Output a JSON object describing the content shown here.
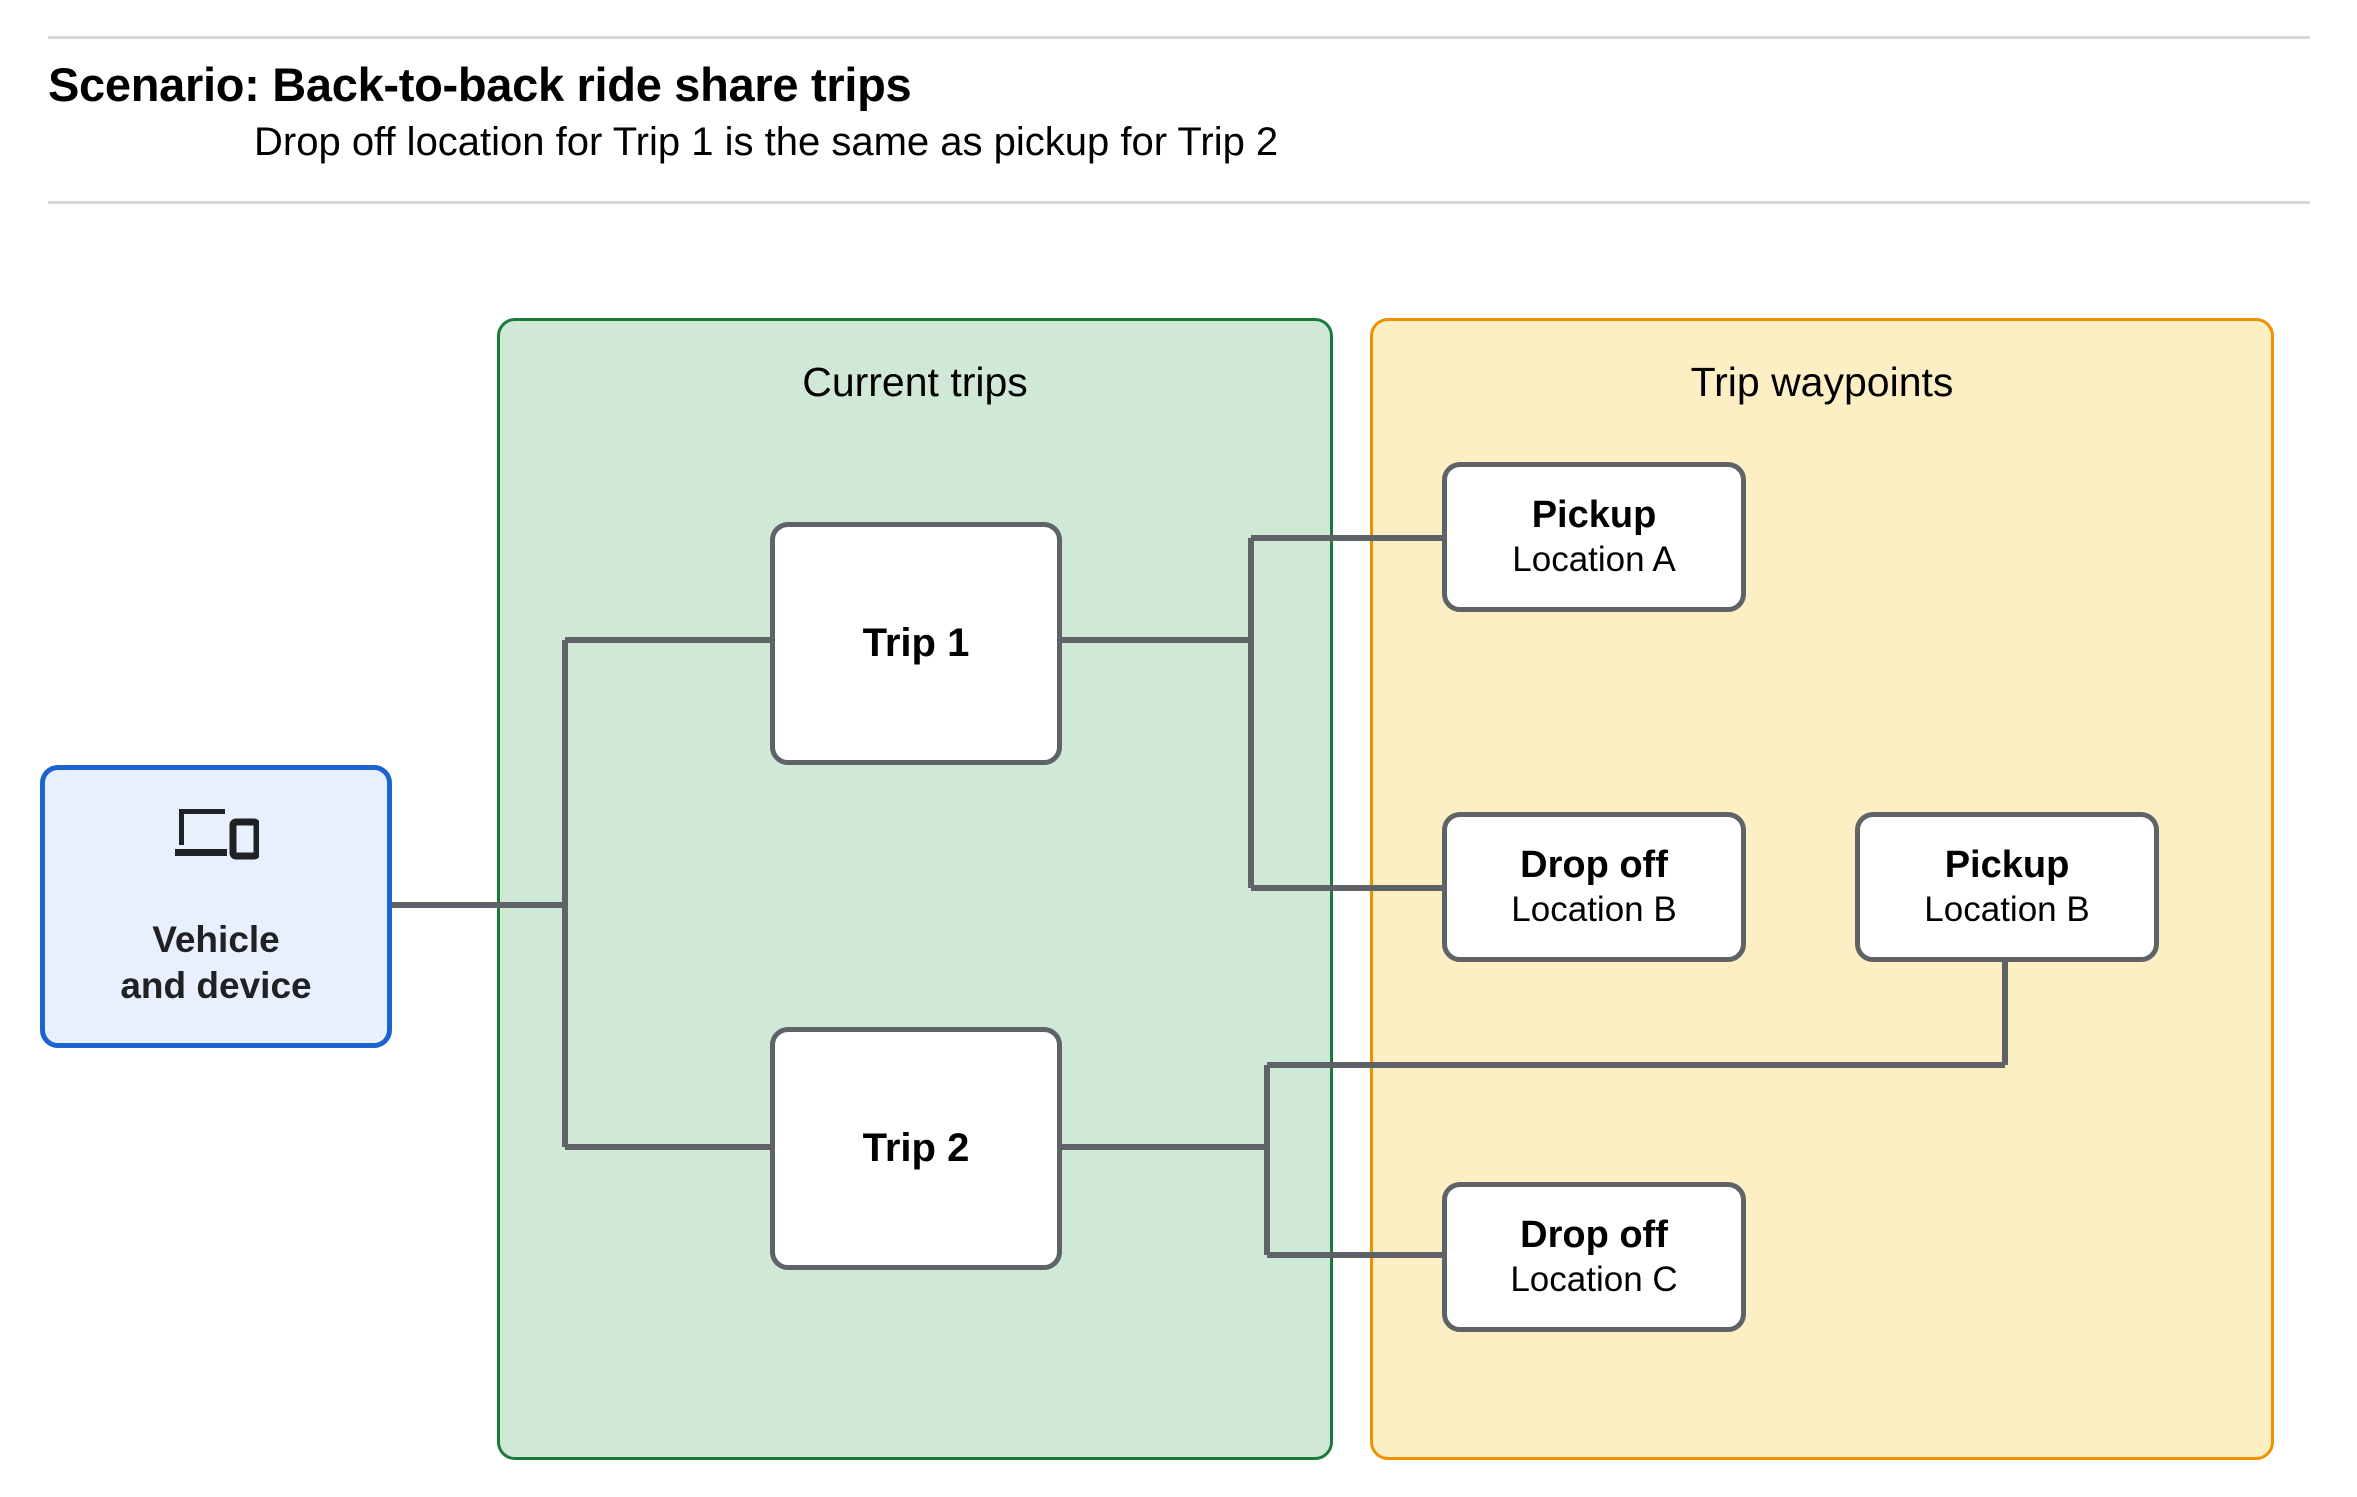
{
  "header": {
    "title": "Scenario: Back-to-back ride share trips",
    "subtitle": "Drop off  location for Trip 1 is the same as pickup for Trip 2"
  },
  "panels": {
    "current_trips": {
      "title": "Current trips",
      "fill": "#d0e8d6",
      "stroke": "#1a7a3c"
    },
    "trip_waypoints": {
      "title": "Trip waypoints",
      "fill": "#fcefc3",
      "stroke": "#f29100"
    }
  },
  "vehicle": {
    "label": "Vehicle\nand device",
    "icon": "laptop-and-phone-icon",
    "fill": "#e8f0fe",
    "stroke": "#1a63d0"
  },
  "trips": [
    {
      "label": "Trip 1"
    },
    {
      "label": "Trip 2"
    }
  ],
  "waypoints": [
    {
      "id": "pickup-a",
      "title": "Pickup",
      "location": "Location A"
    },
    {
      "id": "dropoff-b",
      "title": "Drop off",
      "location": "Location B"
    },
    {
      "id": "pickup-b",
      "title": "Pickup",
      "location": "Location B"
    },
    {
      "id": "dropoff-c",
      "title": "Drop off",
      "location": "Location C"
    }
  ],
  "connector_color": "#5f6368",
  "node_border_color": "#5f6368",
  "rule_color": "#d5d7da"
}
